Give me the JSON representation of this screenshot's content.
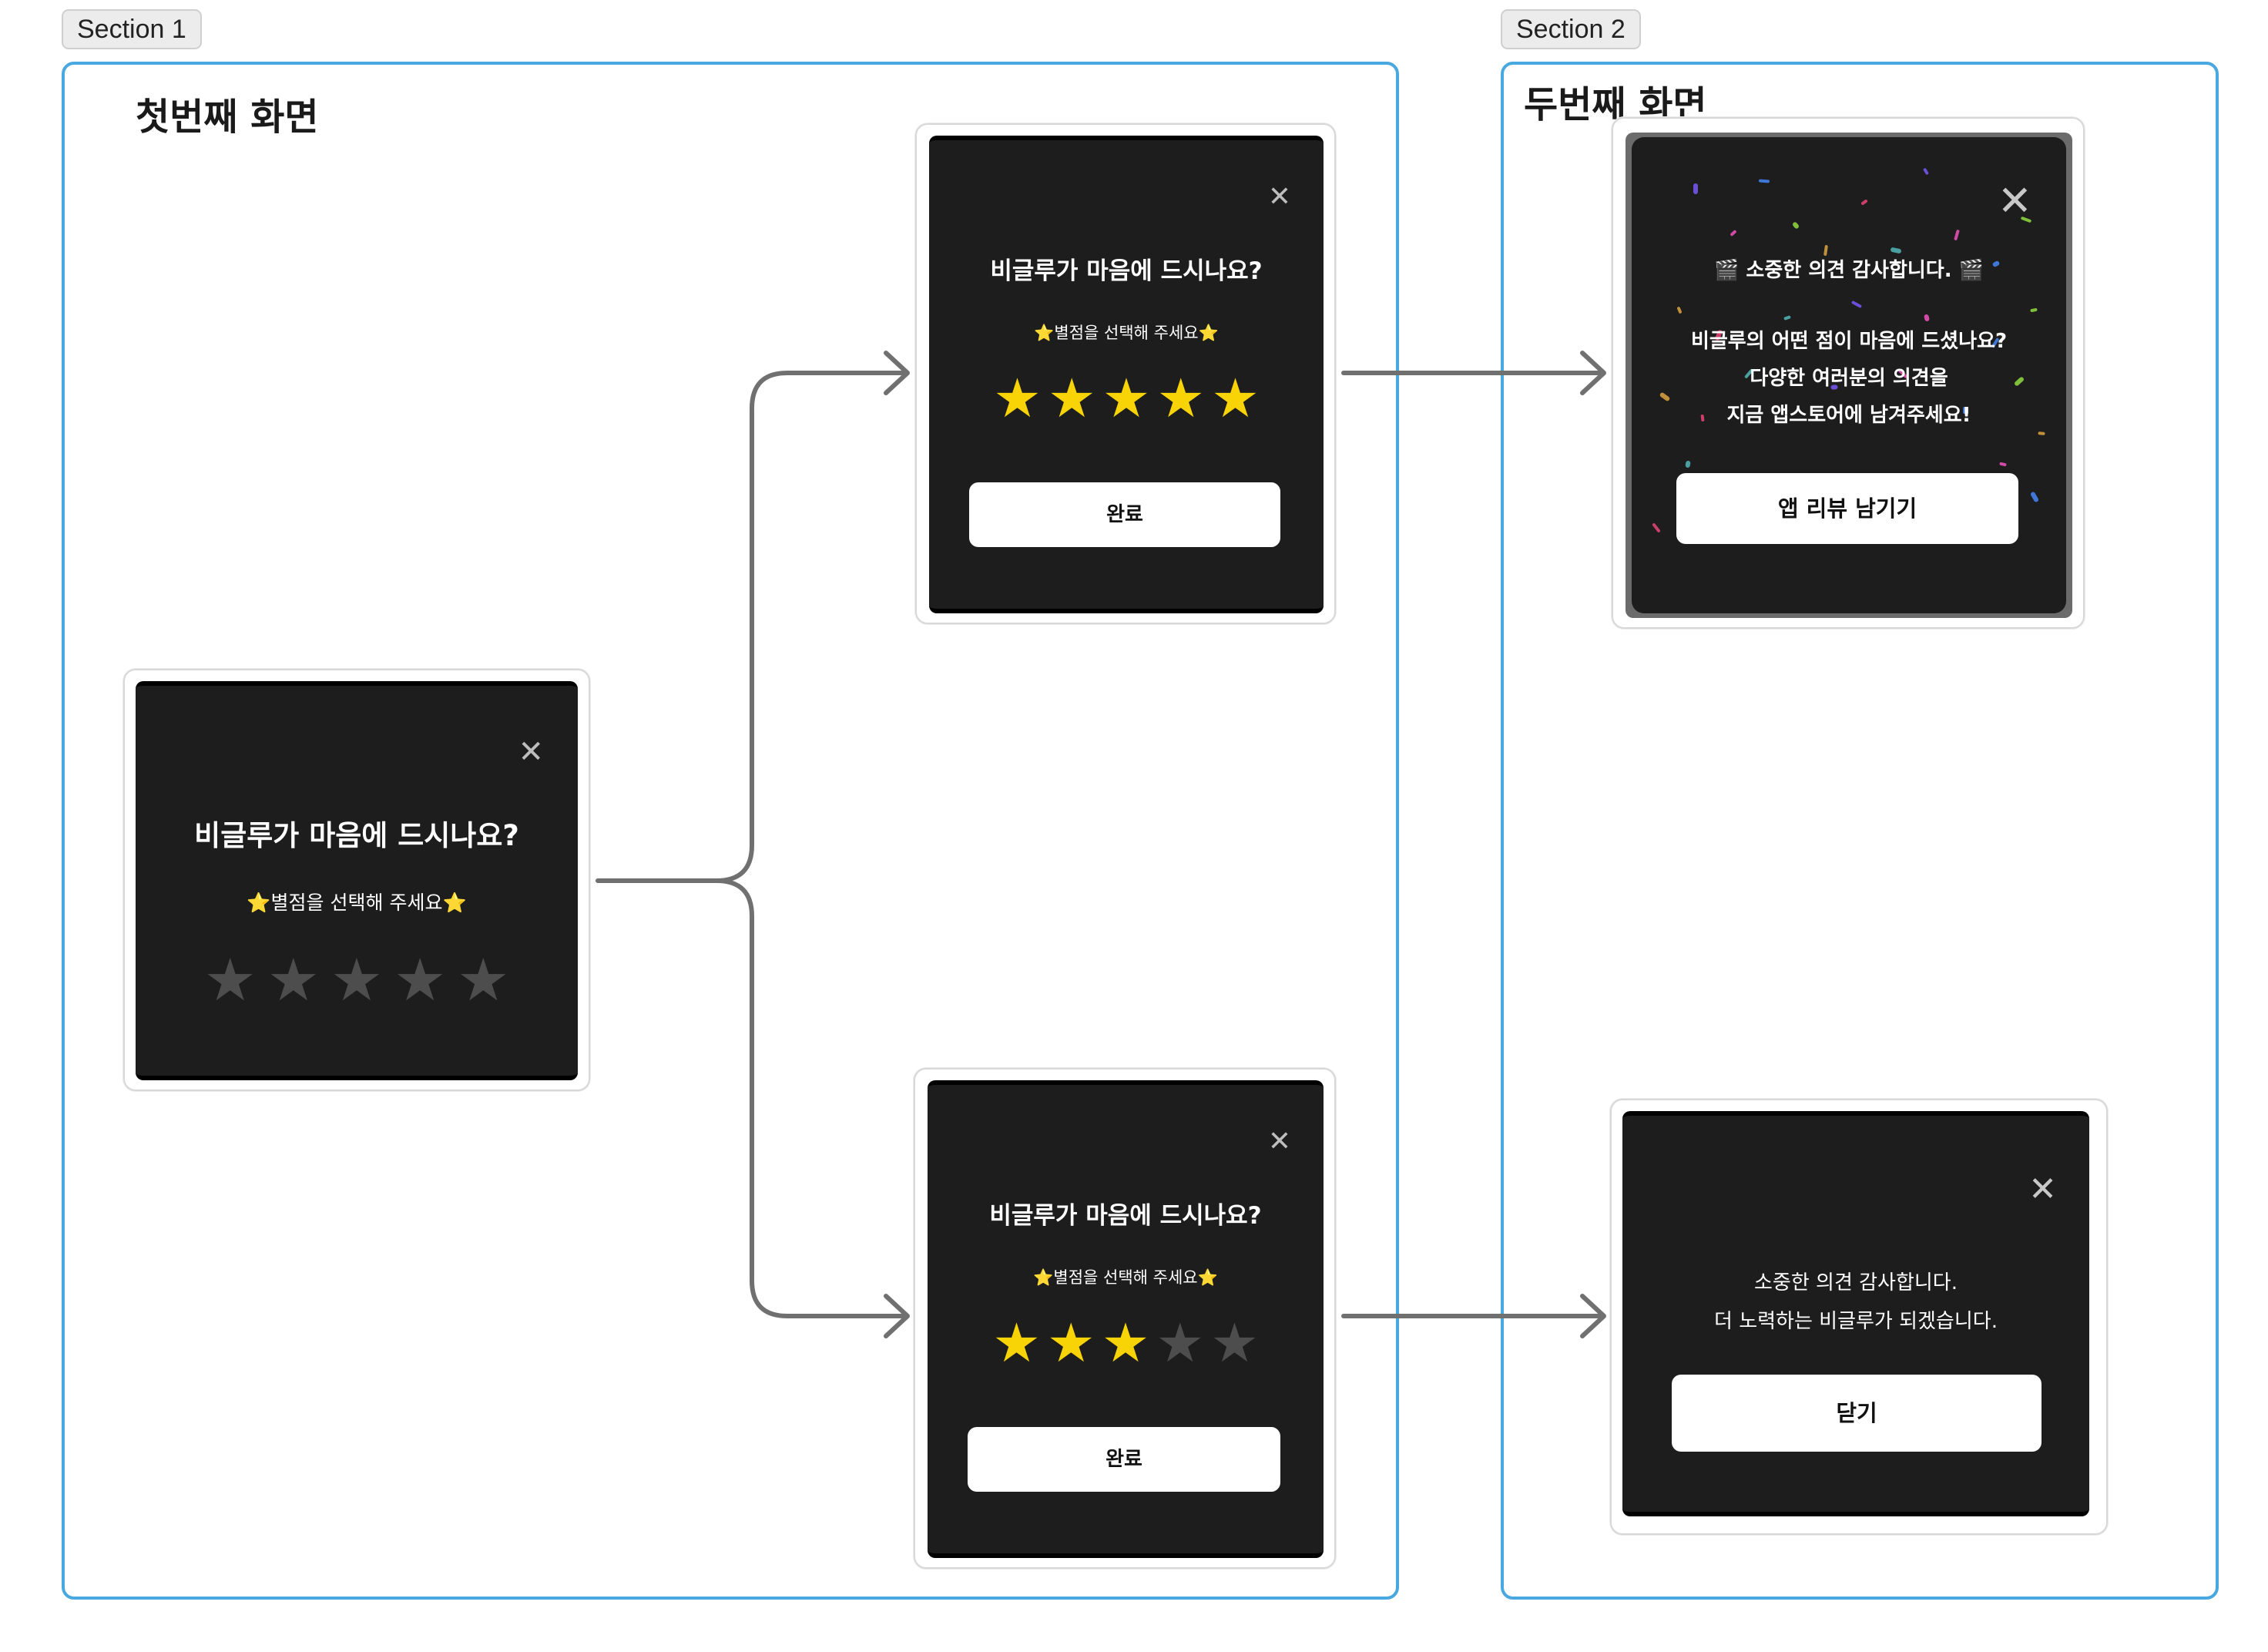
{
  "sections": [
    {
      "tag": "Section 1",
      "title": "첫번째 화면"
    },
    {
      "tag": "Section 2",
      "title": "두번째 화면"
    }
  ],
  "rating_modal": {
    "title": "비글루가 마음에 드시나요?",
    "subtitle": "별점을 선택해 주세요",
    "subtitle_emoji": "⭐",
    "complete_label": "완료",
    "close_glyph": "✕"
  },
  "screens": {
    "initial": {
      "rating": 0,
      "max": 5
    },
    "five_star": {
      "rating": 5,
      "max": 5
    },
    "three_star": {
      "rating": 3,
      "max": 5
    }
  },
  "thanks_high": {
    "title": "소중한 의견 감사합니다.",
    "title_emoji": "🎬",
    "line1": "비글루의 어떤 점이 마음에 드셨나요?",
    "line2": "다양한 여러분의 의견을",
    "line3": "지금 앱스토어에 남겨주세요!",
    "button_label": "앱 리뷰 남기기"
  },
  "thanks_low": {
    "line1": "소중한 의견 감사합니다.",
    "line2": "더 노력하는 비글루가 되겠습니다.",
    "button_label": "닫기"
  },
  "colors": {
    "section_border": "#4aa8e0",
    "modal_bg": "#1d1d1d",
    "star_on": "#f8d406",
    "star_off": "#4d4d4d",
    "connector": "#707070"
  }
}
